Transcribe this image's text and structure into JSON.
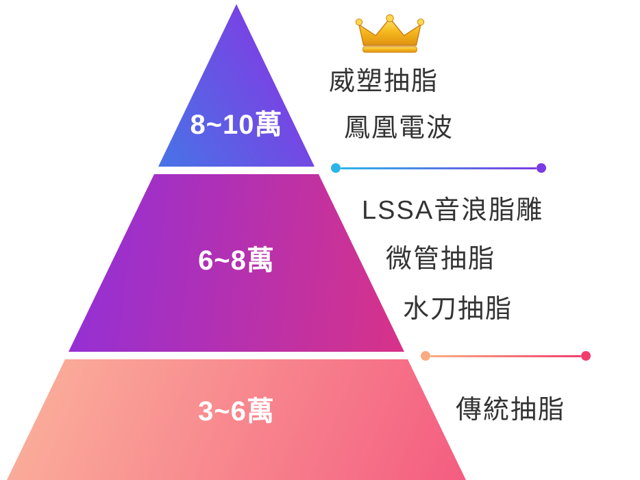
{
  "pyramid": {
    "unit": "萬",
    "label_text_color": "#ffffff",
    "annotation_text_color": "#333333",
    "tiers": [
      {
        "price_label": "8~10萬",
        "treatments": [
          "威塑抽脂",
          "鳳凰電波"
        ],
        "gradient_start": "#00b9ec",
        "gradient_end": "#7e3ee3",
        "crowned": true
      },
      {
        "price_label": "6~8萬",
        "treatments": [
          "LSSA音浪脂雕",
          "微管抽脂",
          "水刀抽脂"
        ],
        "gradient_start": "#8a2fe0",
        "gradient_end": "#f0336c",
        "crowned": false
      },
      {
        "price_label": "3~6萬",
        "treatments": [
          "傳統抽脂"
        ],
        "gradient_start": "#fdcaa3",
        "gradient_end": "#f3507d",
        "crowned": false
      }
    ]
  },
  "icons": {
    "crown": "crown-icon",
    "crown_color": "#f5b81c"
  },
  "dividers": [
    {
      "start_color": "#2ab5e9",
      "end_color": "#7b3be2"
    },
    {
      "start_color": "#f8ab80",
      "end_color": "#f23e6e"
    }
  ]
}
